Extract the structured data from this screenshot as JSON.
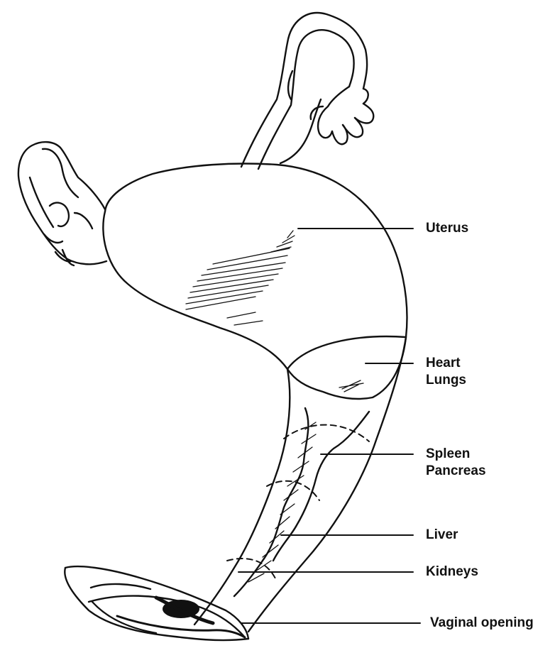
{
  "labels": {
    "uterus": "Uterus",
    "heart": "Heart",
    "lungs": "Lungs",
    "spleen": "Spleen",
    "pancreas": "Pancreas",
    "liver": "Liver",
    "kidneys": "Kidneys",
    "vaginal_opening": "Vaginal opening"
  }
}
